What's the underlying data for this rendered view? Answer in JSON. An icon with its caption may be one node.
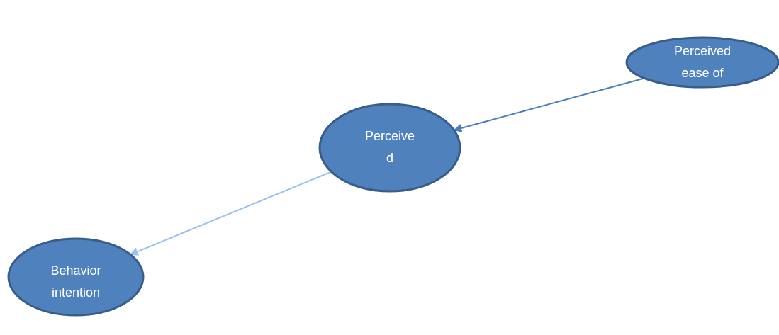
{
  "diagram": {
    "nodes": [
      {
        "text": [
          "Perceived ease of"
        ]
      },
      {
        "text": [
          "Perceive d"
        ]
      },
      {
        "text": [
          "Behavior intention"
        ]
      }
    ],
    "edges": [
      {
        "from": 0,
        "to": 1,
        "arrow": "to",
        "color": "#4a7ebb"
      },
      {
        "from": 1,
        "to": 2,
        "arrow": "to",
        "color": "#9dc3e6"
      }
    ]
  }
}
